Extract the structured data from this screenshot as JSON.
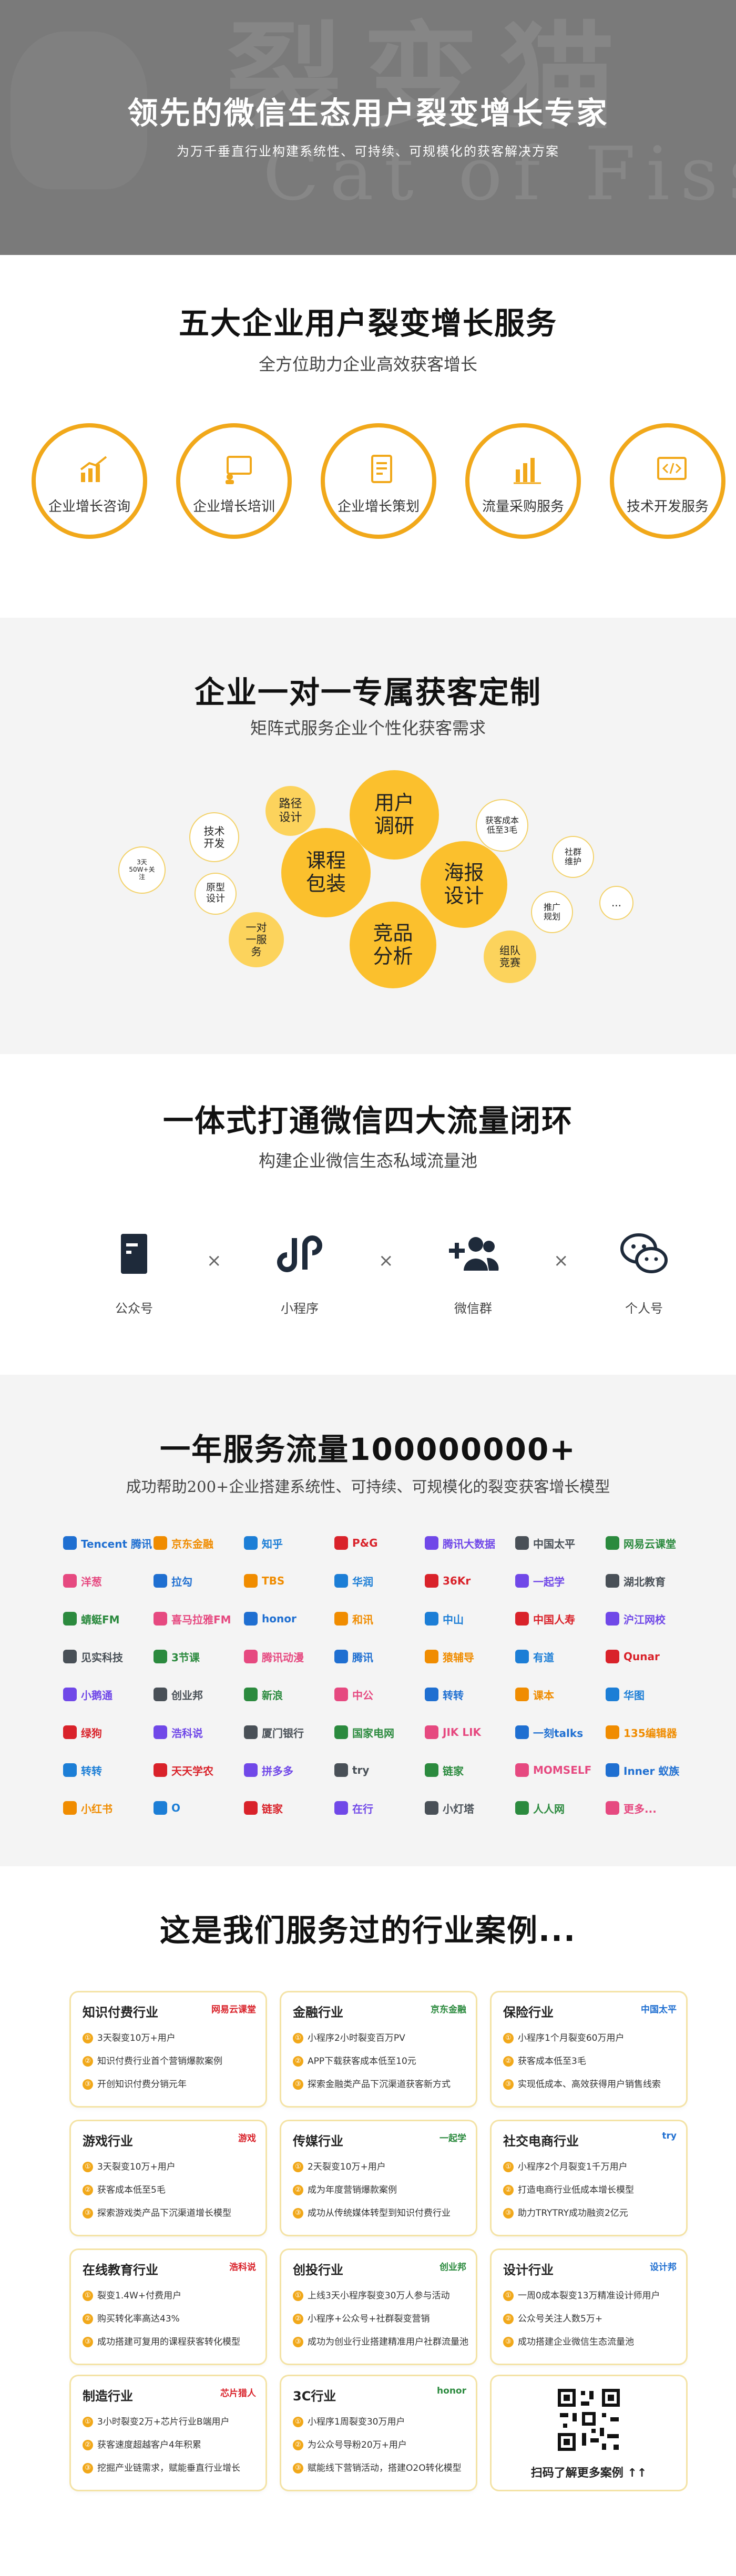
{
  "hero": {
    "watermark_cn": "裂变猫",
    "watermark_en": "Cat of Fission",
    "title": "领先的微信生态用户裂变增长专家",
    "subtitle": "为万千垂直行业构建系统性、可持续、可规模化的获客解决方案"
  },
  "services": {
    "title": "五大企业用户裂变增长服务",
    "subtitle": "全方位助力企业高效获客增长",
    "items": [
      {
        "label": "企业增长咨询",
        "icon": "growth-chart-icon"
      },
      {
        "label": "企业增长培训",
        "icon": "training-board-icon"
      },
      {
        "label": "企业增长策划",
        "icon": "plan-document-icon"
      },
      {
        "label": "流量采购服务",
        "icon": "bar-chart-icon"
      },
      {
        "label": "技术开发服务",
        "icon": "code-window-icon"
      }
    ],
    "accent": "#f1a81a"
  },
  "custom": {
    "title": "企业一对一专属获客定制",
    "subtitle": "矩阵式服务企业个性化获客需求",
    "bubbles": {
      "user_research": "用户调研",
      "course_pack": "课程包装",
      "poster_design": "海报设计",
      "competitor": "竞品分析",
      "path_design": "路径设计",
      "tech_dev": "技术开发",
      "prototype": "原型设计",
      "one_to_one": "一对一服务",
      "fan_rate": "3天50W+关注",
      "cost": "获客成本低至3毛",
      "community": "社群维护",
      "promotion": "推广规划",
      "team_compete": "组队竞赛",
      "more": "..."
    }
  },
  "wechat": {
    "title": "一体式打通微信四大流量闭环",
    "subtitle": "构建企业微信生态私域流量池",
    "items": [
      {
        "label": "公众号",
        "icon": "official-account-icon"
      },
      {
        "label": "小程序",
        "icon": "mini-program-icon"
      },
      {
        "label": "微信群",
        "icon": "wechat-group-icon"
      },
      {
        "label": "个人号",
        "icon": "wechat-personal-icon"
      }
    ],
    "sep": "×"
  },
  "traffic": {
    "title": "一年服务流量100000000+",
    "subtitle": "成功帮助200+企业搭建系统性、可持续、可规模化的裂变获客增长模型",
    "logos": [
      "Tencent 腾讯",
      "京东金融",
      "知乎",
      "P&G",
      "腾讯大数据",
      "中国太平",
      "网易云课堂",
      "洋葱",
      "拉勾",
      "TBS",
      "华润",
      "36Kr",
      "一起学",
      "湖北教育",
      "蜻蜓FM",
      "喜马拉雅FM",
      "honor",
      "和讯",
      "中山",
      "中国人寿",
      "沪江网校",
      "见实科技",
      "3节课",
      "腾讯动漫",
      "腾讯",
      "猿辅导",
      "有道",
      "Qunar",
      "小鹅通",
      "创业邦",
      "新浪",
      "中公",
      "转转",
      "课本",
      "华图",
      "绿狗",
      "浩科说",
      "厦门银行",
      "国家电网",
      "JIK LIK",
      "一刻talks",
      "135编辑器",
      "转转",
      "天天学农",
      "拼多多",
      "try",
      "链家",
      "MOMSELF",
      "Inner 蚁族",
      "小红书",
      "O",
      "链家",
      "在行",
      "小灯塔",
      "人人网",
      "更多..."
    ]
  },
  "cases": {
    "title": "这是我们服务过的行业案例...",
    "items": [
      {
        "title": "知识付费行业",
        "logo": "网易云课堂",
        "lines": [
          "3天裂变10万+用户",
          "知识付费行业首个营销爆款案例",
          "开创知识付费分销元年"
        ]
      },
      {
        "title": "金融行业",
        "logo": "京东金融",
        "lines": [
          "小程序2小时裂变百万PV",
          "APP下载获客成本低至10元",
          "探索金融类产品下沉渠道获客新方式"
        ]
      },
      {
        "title": "保险行业",
        "logo": "中国太平",
        "lines": [
          "小程序1个月裂变60万用户",
          "获客成本低至3毛",
          "实现低成本、高效获得用户销售线索"
        ]
      },
      {
        "title": "游戏行业",
        "logo": "游戏",
        "lines": [
          "3天裂变10万+用户",
          "获客成本低至5毛",
          "探索游戏类产品下沉渠道增长模型"
        ]
      },
      {
        "title": "传媒行业",
        "logo": "一起学",
        "lines": [
          "2天裂变10万+用户",
          "成为年度营销爆款案例",
          "成功从传统媒体转型到知识付费行业"
        ]
      },
      {
        "title": "社交电商行业",
        "logo": "try",
        "lines": [
          "小程序2个月裂变1千万用户",
          "打造电商行业低成本增长模型",
          "助力TRYTRY成功融资2亿元"
        ]
      },
      {
        "title": "在线教育行业",
        "logo": "浩科说",
        "lines": [
          "裂变1.4W+付费用户",
          "购买转化率高达43%",
          "成功搭建可复用的课程获客转化模型"
        ]
      },
      {
        "title": "创投行业",
        "logo": "创业邦",
        "lines": [
          "上线3天小程序裂变30万人参与活动",
          "小程序+公众号+社群裂变营销",
          "成功为创业行业搭建精准用户社群流量池"
        ]
      },
      {
        "title": "设计行业",
        "logo": "设计邦",
        "lines": [
          "一周0成本裂变13万精准设计师用户",
          "公众号关注人数5万+",
          "成功搭建企业微信生态流量池"
        ]
      },
      {
        "title": "制造行业",
        "logo": "芯片猎人",
        "lines": [
          "3小时裂变2万+芯片行业B端用户",
          "获客速度超越客户4年积累",
          "挖掘产业链需求，赋能垂直行业增长"
        ]
      },
      {
        "title": "3C行业",
        "logo": "honor",
        "lines": [
          "小程序1周裂变30万用户",
          "为公众号导粉20万+用户",
          "赋能线下营销活动，搭建O2O转化模型"
        ]
      }
    ],
    "qr_caption": "扫码了解更多案例 ↑↑"
  }
}
